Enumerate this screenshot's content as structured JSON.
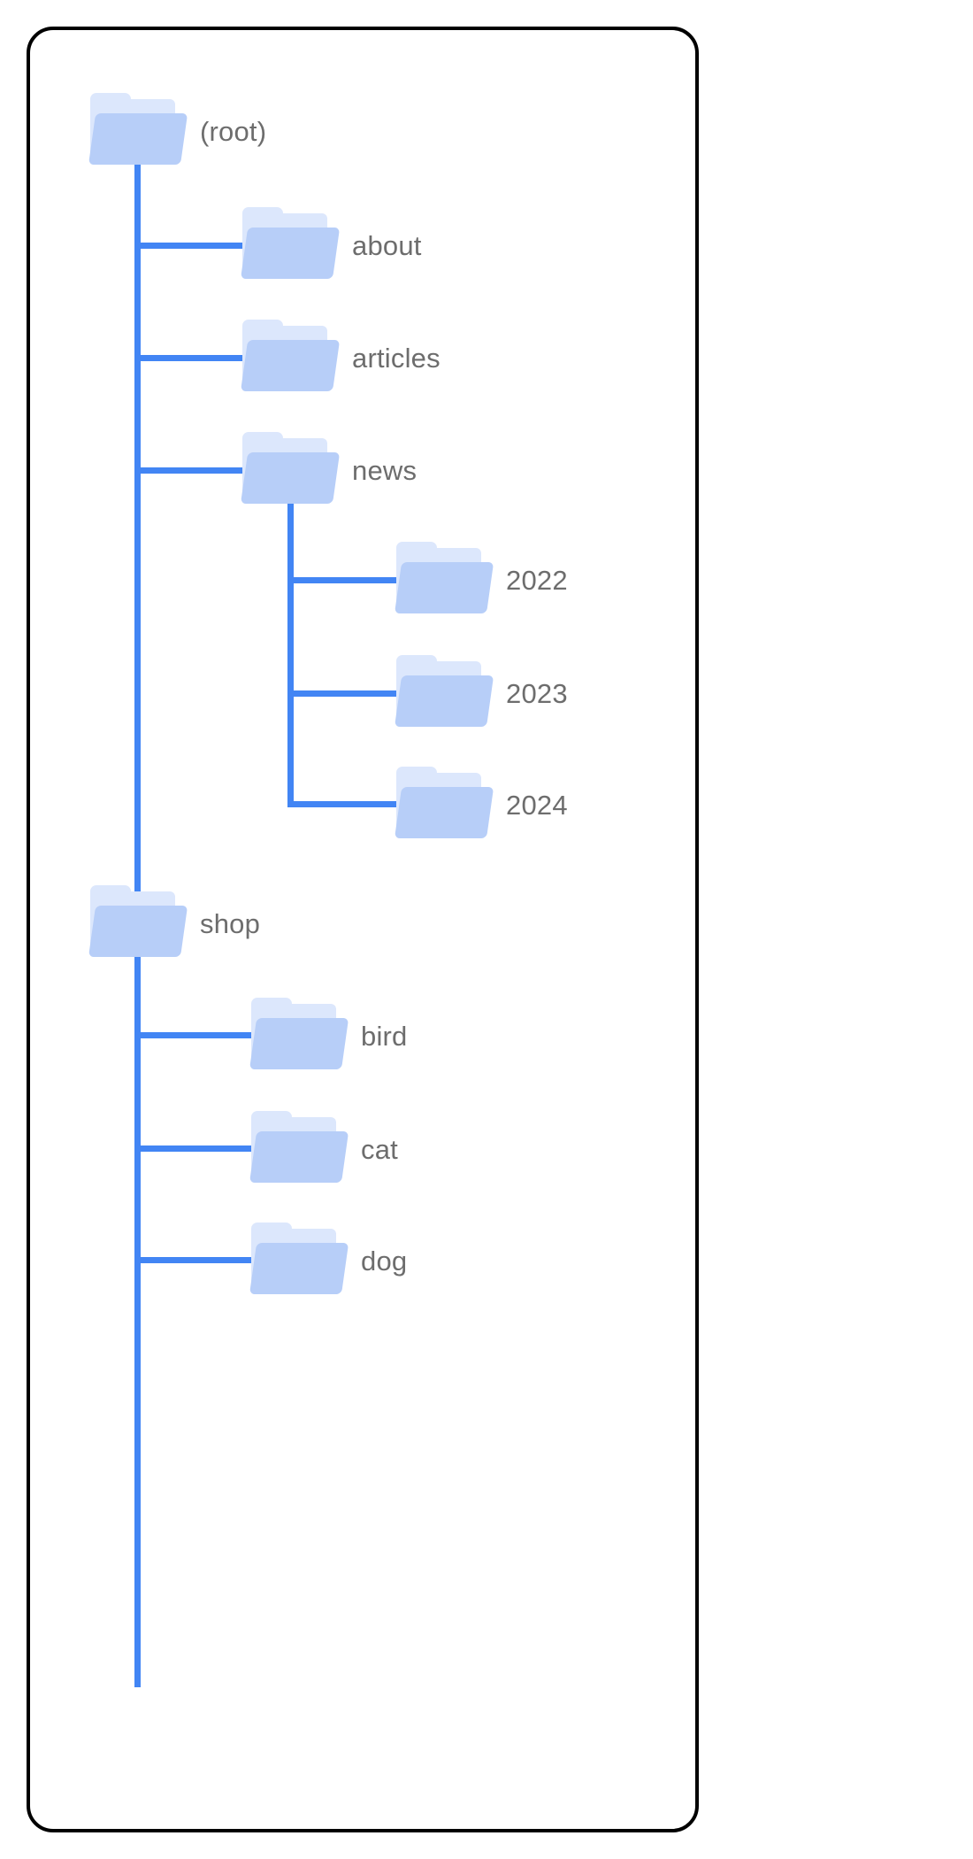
{
  "card": {
    "border_color": "#000000",
    "background": "#ffffff"
  },
  "theme": {
    "connector_color": "#4285f4",
    "folder_front_color": "#b7cef8",
    "folder_back_color": "#dce7fc",
    "label_color": "#6d6d6d"
  },
  "tree": {
    "root": {
      "label": "(root)",
      "icon": "folder-icon",
      "children": [
        {
          "label": "about",
          "icon": "folder-icon",
          "children": []
        },
        {
          "label": "articles",
          "icon": "folder-icon",
          "children": []
        },
        {
          "label": "news",
          "icon": "folder-icon",
          "children": [
            {
              "label": "2022",
              "icon": "folder-icon",
              "children": []
            },
            {
              "label": "2023",
              "icon": "folder-icon",
              "children": []
            },
            {
              "label": "2024",
              "icon": "folder-icon",
              "children": []
            }
          ]
        },
        {
          "label": "shop",
          "icon": "folder-icon",
          "children": [
            {
              "label": "bird",
              "icon": "folder-icon",
              "children": []
            },
            {
              "label": "cat",
              "icon": "folder-icon",
              "children": []
            },
            {
              "label": "dog",
              "icon": "folder-icon",
              "children": []
            }
          ]
        }
      ]
    },
    "nodes": {
      "root": {
        "label": "(root)"
      },
      "about": {
        "label": "about"
      },
      "articles": {
        "label": "articles"
      },
      "news": {
        "label": "news"
      },
      "y2022": {
        "label": "2022"
      },
      "y2023": {
        "label": "2023"
      },
      "y2024": {
        "label": "2024"
      },
      "shop": {
        "label": "shop"
      },
      "bird": {
        "label": "bird"
      },
      "cat": {
        "label": "cat"
      },
      "dog": {
        "label": "dog"
      }
    }
  }
}
